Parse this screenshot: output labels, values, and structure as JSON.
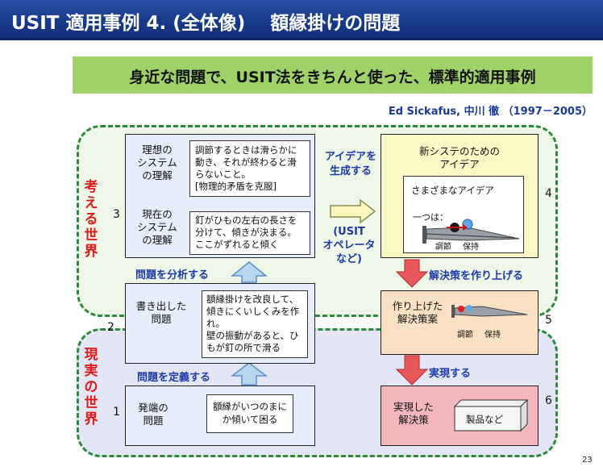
{
  "slide": {
    "title": "USIT 適用事例 4.  (全体像)　 額縁掛けの問題",
    "subtitle": "身近な問題で、USIT法をきちんと使った、標準的適用事例",
    "credit": "Ed Sickafus, 中川 徹 （1997－2005）",
    "page_number": "23"
  },
  "worlds": {
    "think": "考える世界",
    "real": "現実の世界"
  },
  "numbers": [
    "1",
    "2",
    "3",
    "4",
    "5",
    "6"
  ],
  "left": {
    "ideal_label": "理想の\nシステム\nの理解",
    "ideal_text": "調節するときは滑らかに動き、それが終わると滑らないこと。\n[物理的矛盾を克服]",
    "current_label": "現在の\nシステム\nの理解",
    "current_text": "釘がひもの左右の長さを分けて、傾きが決まる。ここがずれると傾く",
    "written_label": "書き出した\n問題",
    "written_text": "額縁掛けを改良して、傾きにくいしくみを作れ。\n壁の振動があると、ひもが釘の所で滑る",
    "origin_label": "発端の\n問題",
    "origin_text": "額縁がいつのまにか傾いて困る"
  },
  "arrows": {
    "analyze": "問題を分析する",
    "define": "問題を定義する",
    "generate": "アイデアを\n生成する",
    "operators": "(USIT\nオペレータ\nなど)",
    "build": "解決策を作り上げる",
    "realize": "実現する"
  },
  "right": {
    "newsys_title": "新システのための\nアイデア",
    "ideas": "さまざまなアイデア",
    "one_is": "一つは：",
    "adjust": "調節",
    "hold": "保持",
    "built_label": "作り上げた\n解決策案",
    "realized_label": "実現した\n解決策",
    "product": "製品など"
  },
  "colors": {
    "title_bar": "#1c3e8e",
    "subtitle_band": "#9fd36a",
    "think_fill": "#eef7e8",
    "real_fill": "#e3e6f5",
    "dash": "#2a8a3a",
    "red_label": "#e01a1a",
    "blue_text": "#1d3aa8"
  }
}
